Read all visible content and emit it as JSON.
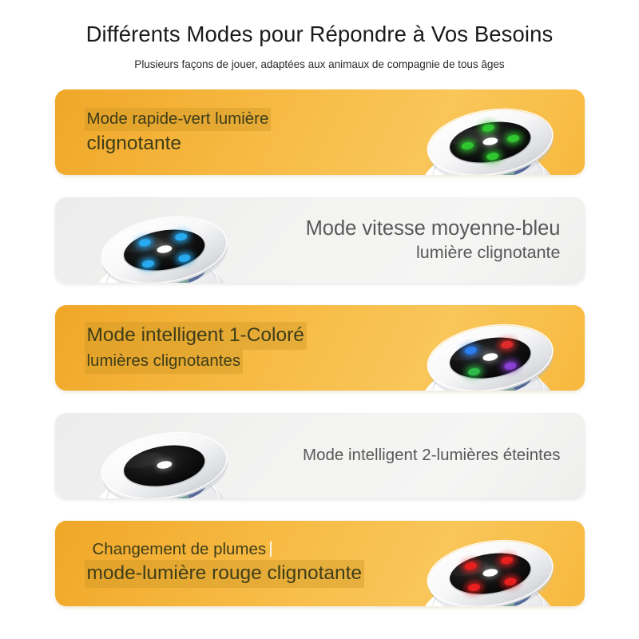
{
  "header": {
    "title": "Différents Modes pour Répondre à Vos Besoins",
    "subtitle": "Plusieurs façons de jouer, adaptées aux animaux de compagnie de tous âges"
  },
  "colors": {
    "card_orange": "#f7bb45",
    "card_grey": "#f3f3f2",
    "text_on_orange": "#3e3d19",
    "text_on_grey": "#585858",
    "page_background": "#ffffff",
    "led_green": "#2fc62f",
    "led_blue": "#28a9f0",
    "led_red": "#e81f1f",
    "led_multi": [
      "#2b7ef0",
      "#e02b2b",
      "#2fbb4a",
      "#8a3fd4"
    ],
    "led_off": "#0b0b0b",
    "accessory_teal": "#5f9b8c",
    "accessory_blue": "#2b4f9e"
  },
  "cards": [
    {
      "id": "card-fast-green",
      "theme": "orange",
      "text_side": "left",
      "image_side": "right",
      "lines": [
        {
          "text": "Mode rapide-vert lumière",
          "size": "small",
          "highlight": true,
          "indent": true
        },
        {
          "text": "clignotante",
          "size": "big",
          "highlight": false,
          "indent": false
        }
      ],
      "device": {
        "led_mode": "green",
        "led_layout": "cross",
        "led_colors": [
          "#2fc62f",
          "#2fc62f",
          "#2fc62f",
          "#2fc62f"
        ],
        "lens_state": "on"
      }
    },
    {
      "id": "card-medium-blue",
      "theme": "grey",
      "text_side": "right",
      "image_side": "left",
      "lines": [
        {
          "text": "Mode vitesse moyenne-bleu",
          "size": "gbig",
          "highlight": false,
          "indent": false
        },
        {
          "text": "lumière clignotante",
          "size": "gsmall",
          "highlight": false,
          "indent": false
        }
      ],
      "device": {
        "led_mode": "blue",
        "led_layout": "quad",
        "led_colors": [
          "#28a9f0",
          "#28a9f0",
          "#28a9f0",
          "#28a9f0"
        ],
        "lens_state": "on"
      }
    },
    {
      "id": "card-smart-1-color",
      "theme": "orange",
      "text_side": "left",
      "image_side": "right",
      "lines": [
        {
          "text": "Mode intelligent 1-Coloré",
          "size": "big",
          "highlight": true,
          "indent": true
        },
        {
          "text": "lumières clignotantes",
          "size": "small",
          "highlight": true,
          "indent": false
        }
      ],
      "device": {
        "led_mode": "multicolor",
        "led_layout": "quad",
        "led_colors": [
          "#2b7ef0",
          "#e02b2b",
          "#2fbb4a",
          "#8a3fd4"
        ],
        "lens_state": "on"
      }
    },
    {
      "id": "card-smart-2-off",
      "theme": "grey",
      "text_side": "right",
      "image_side": "left",
      "lines": [
        {
          "text": "Mode intelligent 2-lumières éteintes",
          "size": "gsingle",
          "highlight": false,
          "indent": false
        }
      ],
      "device": {
        "led_mode": "off",
        "led_layout": "none",
        "led_colors": [],
        "lens_state": "off"
      }
    },
    {
      "id": "card-feather-red",
      "theme": "orange",
      "text_side": "left",
      "image_side": "right",
      "lines": [
        {
          "text": "Changement de plumes",
          "size": "small",
          "highlight": false,
          "indent": true,
          "caret": true
        },
        {
          "text": "mode-lumière rouge clignotante",
          "size": "big",
          "highlight": true,
          "indent": false
        }
      ],
      "device": {
        "led_mode": "red",
        "led_layout": "quad",
        "led_colors": [
          "#e81f1f",
          "#e81f1f",
          "#e81f1f",
          "#e81f1f"
        ],
        "lens_state": "on"
      }
    }
  ]
}
